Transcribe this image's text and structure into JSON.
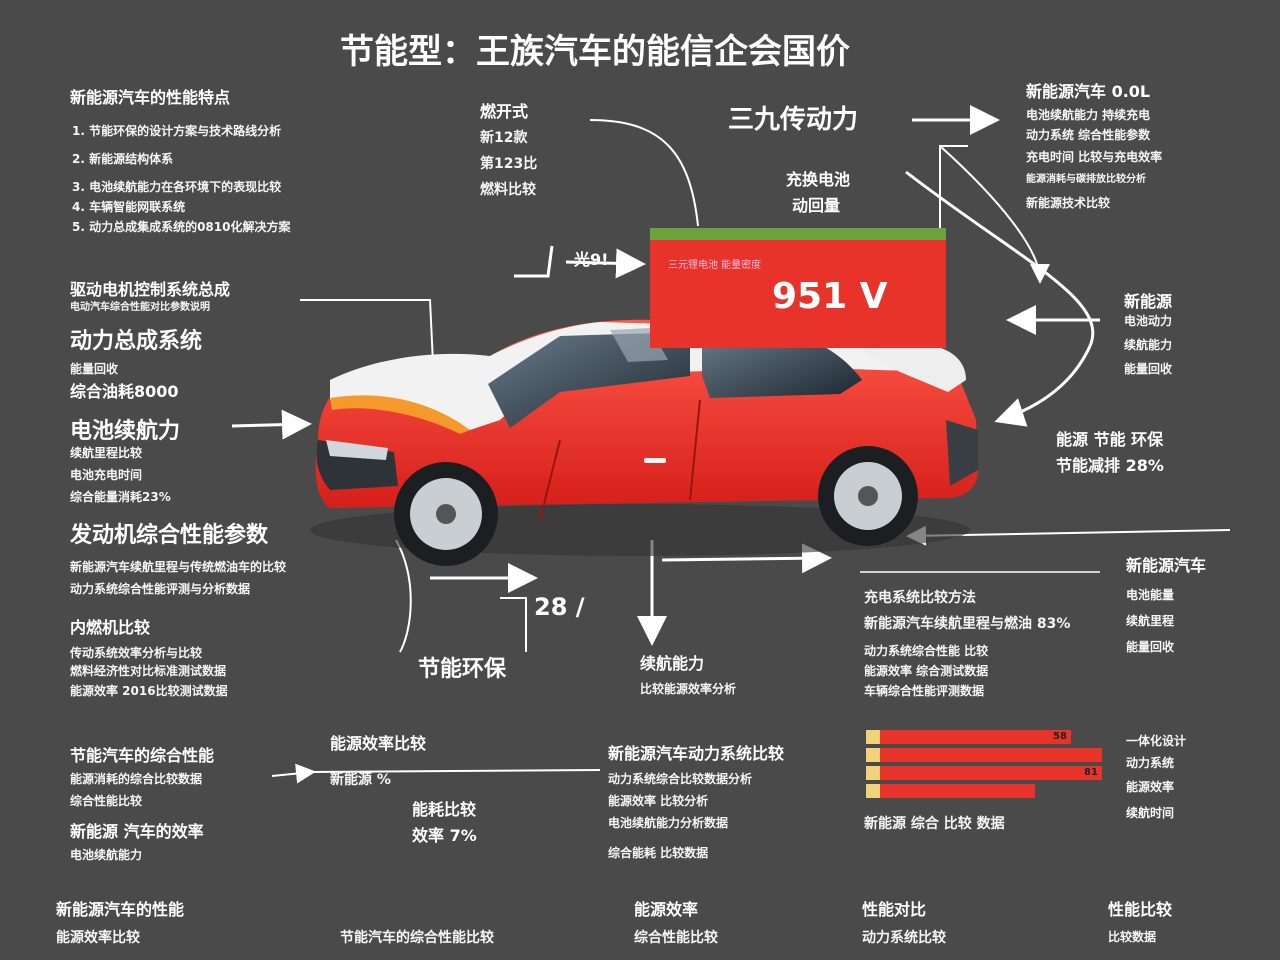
{
  "title": "节能型：王族汽车的能信企会国价",
  "top_center": {
    "label": "燃开式",
    "lines": [
      "新12款",
      "第123比",
      "燃料比较"
    ]
  },
  "top_badge": {
    "text": "三九传动力"
  },
  "center_note": {
    "lines": [
      "充换电池",
      "动回量"
    ]
  },
  "red_box": {
    "value": "951 V",
    "small_text": "三元锂电池 能量密度"
  },
  "pointer_note": {
    "text": "光9!"
  },
  "left": {
    "block1": {
      "heading": "新能源汽车的性能特点",
      "lines": [
        "1. 节能环保的设计方案与技术路线分析",
        "2. 新能源结构体系",
        "3. 电池续航能力在各环境下的表现比较",
        "4. 车辆智能网联系统",
        "5. 动力总成集成系统的0810化解决方案"
      ]
    },
    "block2": {
      "heading": "驱动电机控制系统总成",
      "sub": "电动汽车综合性能对比参数说明"
    },
    "block3": {
      "heading": "动力总成系统",
      "lines": [
        "能量回收",
        "综合油耗8000"
      ]
    },
    "block4": {
      "heading": "电池续航力",
      "lines": [
        "续航里程比较",
        "电池充电时间",
        "综合能量消耗23%"
      ]
    },
    "block5": {
      "heading": "发动机综合性能参数",
      "lines": [
        "新能源汽车续航里程与传统燃油车的比较",
        "动力系统综合性能评测与分析数据"
      ]
    },
    "block6": {
      "heading": "内燃机比较",
      "lines": [
        "传动系统效率分析与比较",
        "燃料经济性对比标准测试数据",
        "能源效率 2016比较测试数据"
      ]
    }
  },
  "right": {
    "block1": {
      "lines": [
        "新能源汽车 0.0L",
        "电池续航能力 持续充电",
        "动力系统 综合性能参数",
        "充电时间 比较与充电效率",
        "能源消耗与碳排放比较分析",
        "新能源技术比较"
      ]
    },
    "block2": {
      "lines": [
        "新能源",
        "电池动力",
        "续航能力",
        "能量回收"
      ]
    },
    "block3": {
      "lines": [
        "能源 节能 环保",
        "节能减排 28%"
      ]
    },
    "block4": {
      "heading": "新能源汽车",
      "lines": [
        "电池能量",
        "续航里程",
        "能量回收"
      ]
    },
    "block5": {
      "lines": [
        "一体化设计",
        "动力系统",
        "能源效率",
        "续航时间"
      ]
    }
  },
  "middle": {
    "value_28": "28 /",
    "label_pct": "节能环保",
    "right_col": {
      "lines": [
        "充电系统比较方法",
        "新能源汽车续航里程与燃油 83%",
        "动力系统综合性能 比较",
        "能源效率 综合测试数据",
        "车辆综合性能评测数据"
      ]
    },
    "below_car": {
      "lines": [
        "续航能力",
        "比较能源效率分析"
      ]
    }
  },
  "lower": {
    "left_a": {
      "heading": "节能汽车的综合性能",
      "lines": [
        "能源消耗的综合比较数据",
        "综合性能比较"
      ]
    },
    "left_b": {
      "heading": "新能源 汽车的效率",
      "lines": [
        "电池续航能力"
      ]
    },
    "center_a": {
      "heading": "能源效率比较",
      "lines": [
        "新能源 %"
      ]
    },
    "center_b": {
      "lines": [
        "能耗比较",
        "效率 7%"
      ]
    },
    "center_c": {
      "heading": "新能源汽车动力系统比较",
      "lines": [
        "动力系统综合比较数据分析",
        "能源效率 比较分析",
        "电池续航能力分析数据",
        "综合能耗 比较数据"
      ]
    },
    "bars_caption": "新能源 综合 比较 数据"
  },
  "footer": {
    "c1": [
      "新能源汽车的性能",
      "能源效率比较"
    ],
    "c2": "节能汽车的综合性能比较",
    "c3": [
      "能源效率",
      "综合性能比较"
    ],
    "c4": [
      "性能对比",
      "动力系统比较"
    ],
    "c5": [
      "性能比较",
      "比较数据"
    ]
  },
  "bars": [
    {
      "label": "58",
      "fraction": 0.86,
      "color": "#e8332a"
    },
    {
      "label": "",
      "fraction": 1.0,
      "color": "#e8332a"
    },
    {
      "label": "81",
      "fraction": 1.0,
      "color": "#e8332a"
    },
    {
      "label": "",
      "fraction": 0.7,
      "color": "#e8332a"
    }
  ],
  "colors": {
    "background": "#4a4a4a",
    "accent_red": "#e8332a",
    "accent_green": "#6aa33a",
    "bar_base": "#f0d27a"
  }
}
